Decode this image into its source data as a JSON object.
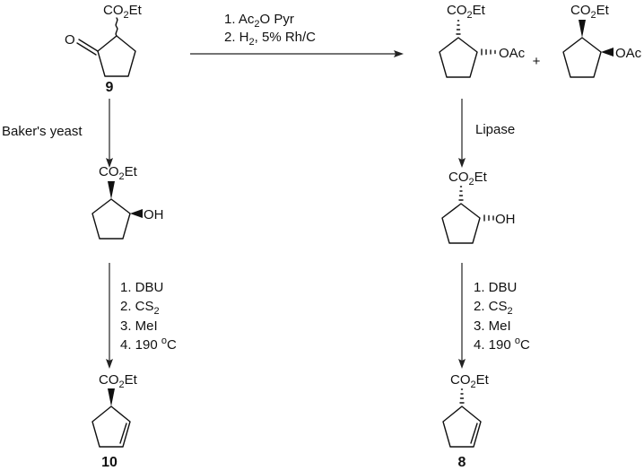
{
  "compounds": {
    "c9": {
      "label": "9",
      "ester": [
        "CO",
        "2",
        "Et"
      ],
      "ketone_o": "O"
    },
    "acetate_a": {
      "ester": [
        "CO",
        "2",
        "Et"
      ],
      "oac": "OAc"
    },
    "acetate_b": {
      "ester": [
        "CO",
        "2",
        "Et"
      ],
      "oac": "OAc"
    },
    "plus": "+",
    "yeast_alcohol": {
      "ester": [
        "CO",
        "2",
        "Et"
      ],
      "oh": "OH"
    },
    "lipase_alcohol": {
      "ester": [
        "CO",
        "2",
        "Et"
      ],
      "oh": "OH"
    },
    "c10": {
      "label": "10",
      "ester": [
        "CO",
        "2",
        "Et"
      ]
    },
    "c8": {
      "label": "8",
      "ester": [
        "CO",
        "2",
        "Et"
      ]
    }
  },
  "conditions": {
    "top_arrow": {
      "step1": [
        "1. Ac",
        "2",
        "O Pyr"
      ],
      "step2": [
        "2. H",
        "2",
        ", 5% Rh/C"
      ]
    },
    "left_arrow1": "Baker's yeast",
    "right_arrow1": "Lipase",
    "left_arrow2": {
      "step1": "1. DBU",
      "step2": [
        "2. CS",
        "2"
      ],
      "step3": "3. MeI",
      "step4": [
        "4. 190 ",
        "o",
        "C"
      ]
    },
    "right_arrow2": {
      "step1": "1. DBU",
      "step2": [
        "2. CS",
        "2"
      ],
      "step3": "3. MeI",
      "step4": [
        "4. 190 ",
        "o",
        "C"
      ]
    }
  }
}
